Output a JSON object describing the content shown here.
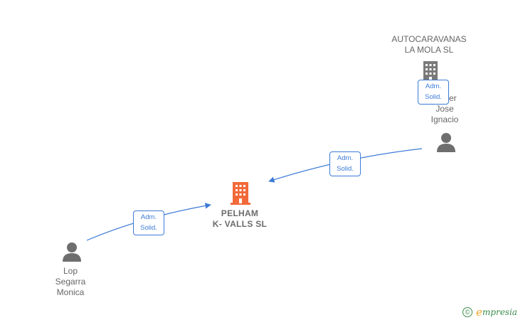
{
  "nodes": {
    "center_company": {
      "name": "PELHAM\nK- VALLS  SL",
      "color": "#f26a3a"
    },
    "top_company": {
      "name": "AUTOCARAVANAS\nLA MOLA  SL",
      "color": "#7a7a7a"
    },
    "person_right": {
      "name": "...lmer\nJose\nIgnacio",
      "color": "#6e6e6e"
    },
    "person_left": {
      "name": "Lop\nSegarra\nMonica",
      "color": "#6e6e6e"
    }
  },
  "edges": [
    {
      "label": "Adm.\nSolid."
    },
    {
      "label": "Adm.\nSolid."
    },
    {
      "label": "Adm.\nSolid."
    }
  ],
  "colors": {
    "edge": "#3c7bd6"
  },
  "watermark": {
    "symbol": "©",
    "brand_initial": "e",
    "brand_rest": "mpresia"
  }
}
